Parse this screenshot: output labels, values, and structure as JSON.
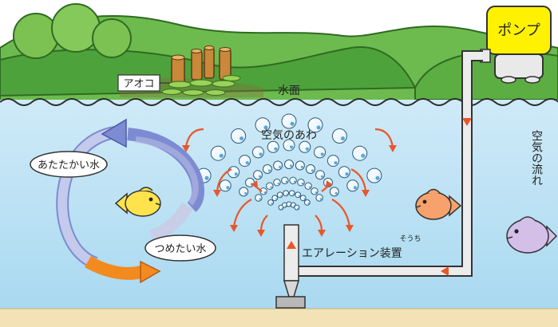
{
  "labels": {
    "aoko": "アオコ",
    "water_surface": "水面",
    "pump": "ポンプ",
    "air_bubbles": "空気のあわ",
    "air_flow": "空気の流れ",
    "warm_water": "あたたかい水",
    "cold_water": "つめたい水",
    "aeration_device": "エアレーション装置",
    "device_ruby": "そうち"
  },
  "colors": {
    "water": "#bfe3f5",
    "water_deep": "#9fd3ee",
    "hills": "#5cae42",
    "sand": "#f2e2b6",
    "pump": "#fff200",
    "arrow_red": "#e8572a",
    "warm_arrow": "#f28a1e",
    "cold_arrow": "#7d8bd2",
    "fish_yellow": "#ffe34d",
    "fish_orange": "#f7a26c",
    "fish_purple": "#d3bfe8"
  }
}
